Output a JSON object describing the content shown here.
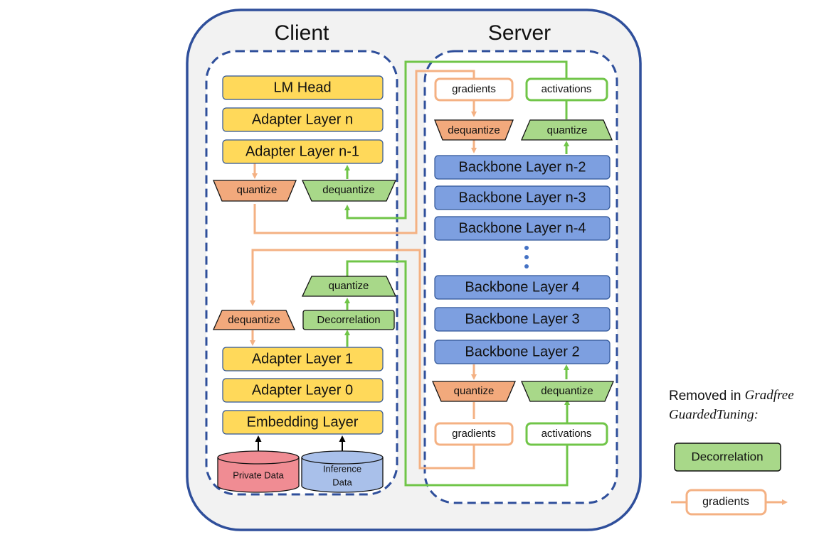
{
  "titles": {
    "client": "Client",
    "server": "Server"
  },
  "client": {
    "layers_top": [
      "LM Head",
      "Adapter Layer n",
      "Adapter Layer n-1"
    ],
    "quantize": "quantize",
    "dequantize": "dequantize",
    "lower_quantize": "quantize",
    "lower_dequantize": "dequantize",
    "decorrelation": "Decorrelation",
    "layers_bottom": [
      "Adapter Layer 1",
      "Adapter Layer 0",
      "Embedding Layer"
    ],
    "private_data": "Private Data",
    "inference_data": [
      "Inference",
      "Data"
    ]
  },
  "server": {
    "gradients_top": "gradients",
    "activations_top": "activations",
    "dequantize_top": "dequantize",
    "quantize_top": "quantize",
    "backbone_top": [
      "Backbone Layer n-2",
      "Backbone Layer n-3",
      "Backbone Layer n-4"
    ],
    "backbone_bottom": [
      "Backbone Layer 4",
      "Backbone Layer 3",
      "Backbone Layer 2"
    ],
    "quantize_bottom": "quantize",
    "dequantize_bottom": "dequantize",
    "gradients_bottom": "gradients",
    "activations_bottom": "activations"
  },
  "legend": {
    "removed_prefix": "Removed in ",
    "removed_italic_1": "Gradfree",
    "removed_italic_2": "GuardedTuning:",
    "decorrelation": "Decorrelation",
    "gradients": "gradients"
  },
  "colors": {
    "yellow": "#FFD95A",
    "blue": "#7D9FE0",
    "orange": "#F2A97C",
    "green": "#A8D889",
    "orange_line": "#F4B183",
    "green_line": "#70C548",
    "frame": "#2F4F9B",
    "panel": "#F2F2F2",
    "private_data": "#F08C93",
    "inference_data": "#A9C0EA"
  }
}
